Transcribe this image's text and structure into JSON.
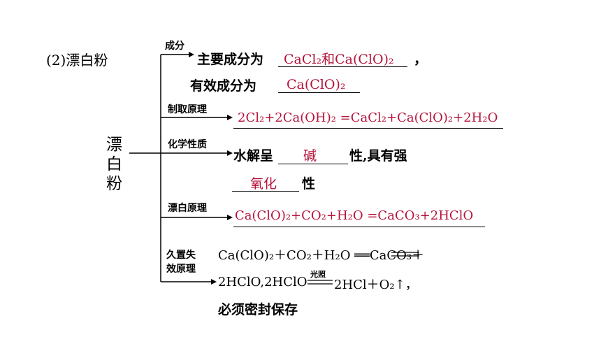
{
  "section_label": "(2)漂白粉",
  "center_label": [
    "漂",
    "白",
    "粉"
  ],
  "branches": {
    "composition": {
      "label": "成分",
      "line1_prefix": "主要成分为",
      "line1_answer": "CaCl₂和Ca(ClO)₂",
      "line1_suffix": "，",
      "line2_prefix": "有效成分为",
      "line2_answer": "Ca(ClO)₂"
    },
    "preparation": {
      "label": "制取原理",
      "equation": "2Cl₂+2Ca(OH)₂ =CaCl₂+Ca(ClO)₂+2H₂O"
    },
    "chemical_property": {
      "label": "化学性质",
      "line1_prefix": "水解呈",
      "answer1": "碱",
      "line1_suffix": "性,具有强",
      "answer2": "氧化",
      "line2_suffix": "性"
    },
    "bleaching": {
      "label": "漂白原理",
      "equation": "Ca(ClO)₂+CO₂+H₂O =CaCO₃+2HClO"
    },
    "storage": {
      "label_line1": "久置失",
      "label_line2": "效原理",
      "equation_line1": "Ca(ClO)₂＋CO₂＋H₂O ══CaCO₃＋",
      "equation_line2_a": "2HClO,2HClO",
      "condition": "光照",
      "equation_line2_b": "2HCl＋O₂↑，",
      "line3": "必须密封保存"
    }
  }
}
